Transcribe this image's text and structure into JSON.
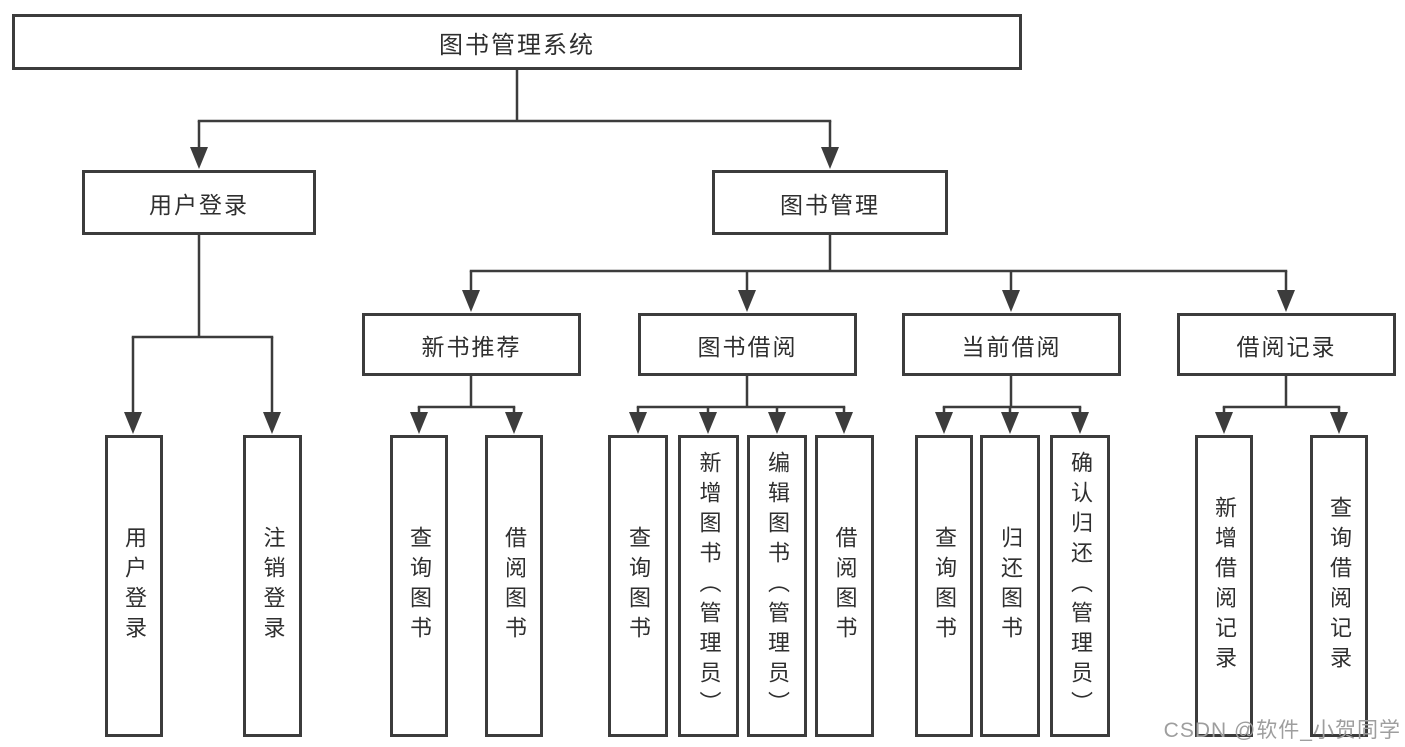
{
  "tree": {
    "label": "图书管理系统",
    "children": [
      {
        "label": "用户登录",
        "children": [
          {
            "label": "用户登录"
          },
          {
            "label": "注销登录"
          }
        ]
      },
      {
        "label": "图书管理",
        "children": [
          {
            "label": "新书推荐",
            "children": [
              {
                "label": "查询图书"
              },
              {
                "label": "借阅图书"
              }
            ]
          },
          {
            "label": "图书借阅",
            "children": [
              {
                "label": "查询图书"
              },
              {
                "label": "新增图书（管理员）"
              },
              {
                "label": "编辑图书（管理员）"
              },
              {
                "label": "借阅图书"
              }
            ]
          },
          {
            "label": "当前借阅",
            "children": [
              {
                "label": "查询图书"
              },
              {
                "label": "归还图书"
              },
              {
                "label": "确认归还（管理员）"
              }
            ]
          },
          {
            "label": "借阅记录",
            "children": [
              {
                "label": "新增借阅记录"
              },
              {
                "label": "查询借阅记录"
              }
            ]
          }
        ]
      }
    ]
  },
  "watermark": {
    "text": "CSDN @软件_小贺同学"
  },
  "colors": {
    "line": "#3c3c3c",
    "box_border": "#3c3c3c",
    "text": "#2f2f2f",
    "watermark": "#9e9e9e",
    "background": "#ffffff"
  }
}
